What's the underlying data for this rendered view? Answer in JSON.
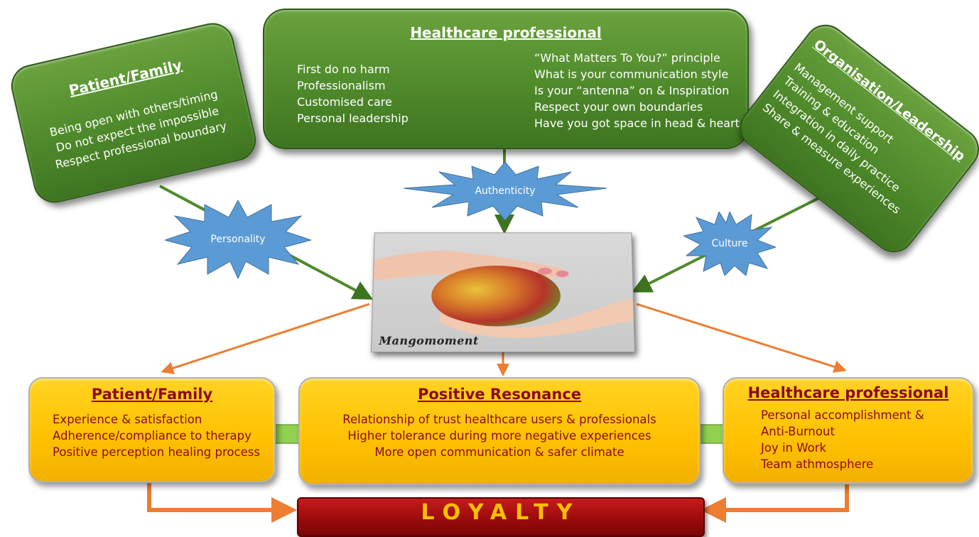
{
  "healthcare_top": {
    "title": "Healthcare professional",
    "left_items": [
      "First do no harm",
      "Professionalism",
      "Customised care",
      "Personal leadership"
    ],
    "right_items": [
      "“What Matters To You?” principle",
      "What is your communication style",
      "Is your “antenna” on  & Inspiration",
      "Respect your own boundaries",
      "Have you got space in head & heart"
    ]
  },
  "patient_top": {
    "title": "Patient/Family",
    "items": [
      "Being open with others/timing",
      "Do not expect the impossible",
      "Respect professional boundary"
    ]
  },
  "organisation_top": {
    "title": "Organisation/Leadership",
    "items": [
      "Management support",
      "Training &  education",
      "Integration in daily practice",
      "Share & measure experiences"
    ]
  },
  "bursts": {
    "authenticity": "Authenticity",
    "personality": "Personality",
    "culture": "Culture"
  },
  "photo": {
    "caption": "Mangomoment"
  },
  "patient_bottom": {
    "title": "Patient/Family",
    "items": [
      "Experience & satisfaction",
      "Adherence/compliance to therapy",
      "Positive perception healing process"
    ]
  },
  "resonance": {
    "title": "Positive Resonance",
    "items": [
      "Relationship of trust healthcare users &  professionals",
      "Higher tolerance during more negative experiences",
      "More open communication  & safer climate"
    ]
  },
  "healthcare_bottom": {
    "title": "Healthcare professional",
    "items": [
      "Personal accomplishment &",
      "Anti-Burnout",
      "Joy in Work",
      "Team athmosphere"
    ]
  },
  "loyalty": "LOYALTY",
  "colors": {
    "green": "#4f8a2b",
    "yellow": "#ffc000",
    "burgundy": "#8b0a1a",
    "loyalty_red": "#9b0b0b",
    "burst_blue": "#5b9bd5",
    "arrow_orange": "#ed7d31",
    "double_arrow_green": "#92d050"
  }
}
